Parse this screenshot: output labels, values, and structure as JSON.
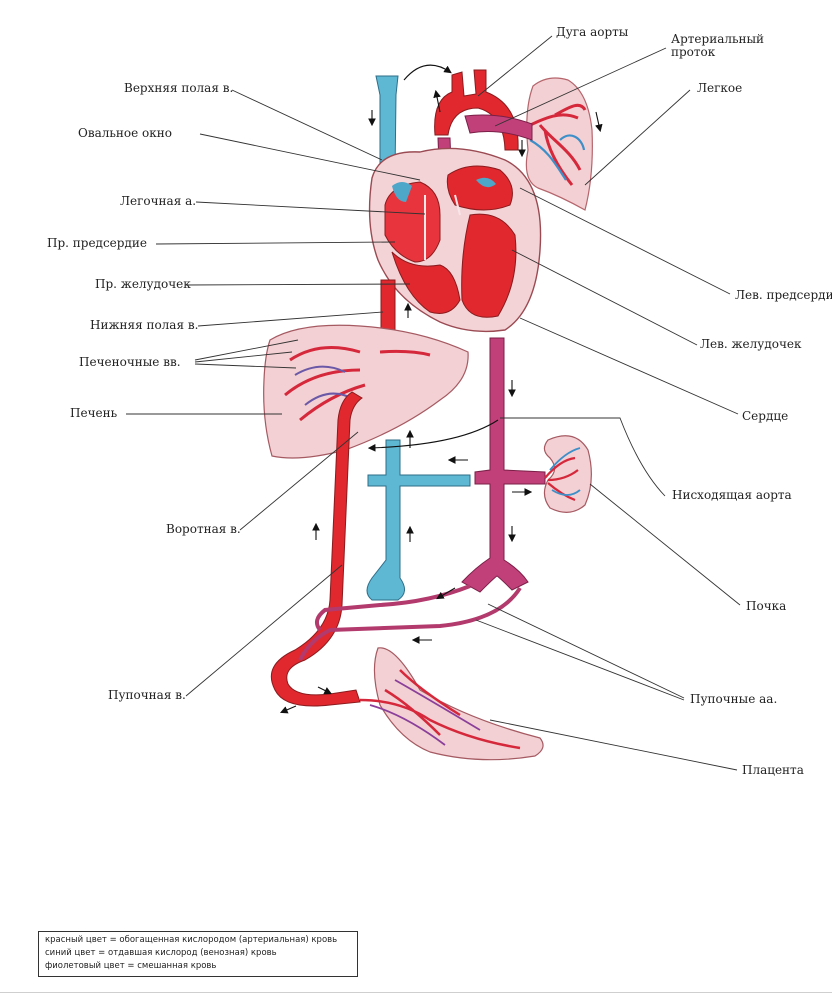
{
  "labels": {
    "aortic_arch": "Дуга аорты",
    "ductus_arteriosus": "Артериальный проток",
    "ductus_arteriosus_line1": "Артериальный",
    "ductus_arteriosus_line2": "проток",
    "lung": "Легкое",
    "superior_vena_cava": "Верхняя полая в.",
    "foramen_ovale": "Овальное окно",
    "pulmonary_artery": "Легочная а.",
    "right_atrium": "Пр. предсердие",
    "right_ventricle": "Пр. желудочек",
    "inferior_vena_cava": "Нижняя полая в.",
    "hepatic_veins": "Печеночные вв.",
    "liver": "Печень",
    "left_atrium": "Лев. предсердие",
    "left_ventricle": "Лев. желудочек",
    "heart": "Сердце",
    "descending_aorta": "Нисходящая аорта",
    "portal_vein": "Воротная в.",
    "kidney": "Почка",
    "umbilical_vein": "Пупочная в.",
    "umbilical_arteries": "Пупочные аа.",
    "placenta": "Плацента"
  },
  "legend": {
    "red": "красный цвет = обогащенная кислородом (артериальная) кровь",
    "blue": "синий цвет = отдавшая кислород (венозная) кровь",
    "purple": "фиолетовый цвет = смешанная кровь"
  },
  "colors": {
    "arterial_red": "#e0282e",
    "venous_blue": "#5fb8d3",
    "mixed_purple": "#c2407a",
    "tissue_pink": "#f3d2d4",
    "line": "#333333"
  }
}
